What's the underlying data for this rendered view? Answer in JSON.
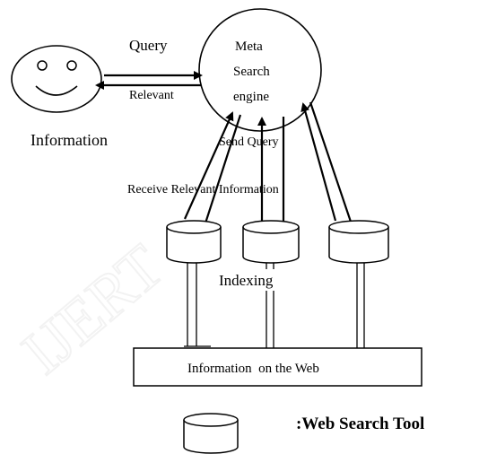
{
  "user_label": "Information",
  "meta_engine": {
    "line1": "Meta",
    "line2": "Search",
    "line3": "engine"
  },
  "arrows": {
    "query": "Query",
    "relevant": "Relevant",
    "send_query": "Send Query",
    "receive": "Receive Relevant Information"
  },
  "indexing_label": "Indexing",
  "web_box_label": "Information  on the Web",
  "legend_label": ":Web Search Tool",
  "watermark": "IJERT"
}
